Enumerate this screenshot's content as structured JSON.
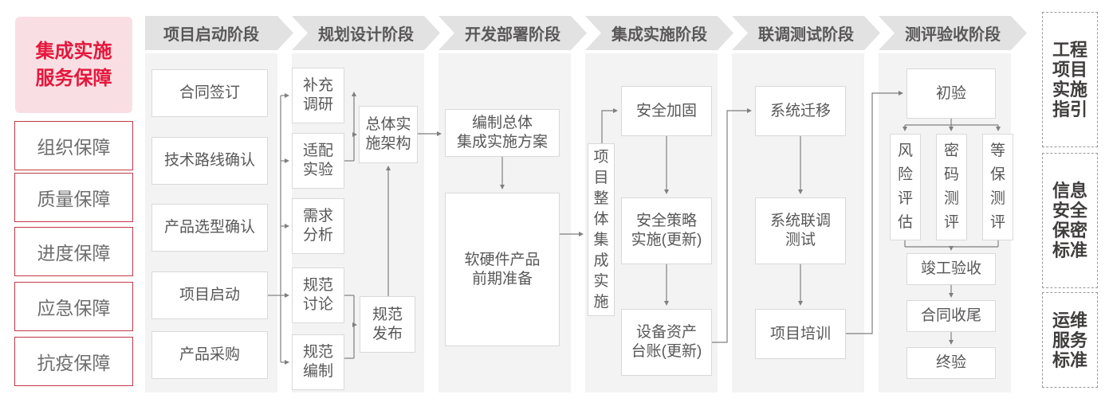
{
  "colors": {
    "accent_red": "#e5173c",
    "accent_pink_bg": "#f9dfe3",
    "assurance_border_red": "#c23a47",
    "header_bg": "#e2e2e2",
    "panel_bg": "#f3f3f3",
    "node_border": "#d9d9d9",
    "text_gray": "#595757",
    "connector_gray": "#7f7f7f"
  },
  "sidebar": {
    "title": "集成实施\n服务保障",
    "items": [
      {
        "label": "组织保障"
      },
      {
        "label": "质量保障"
      },
      {
        "label": "进度保障"
      },
      {
        "label": "应急保障"
      },
      {
        "label": "抗疫保障"
      }
    ]
  },
  "phases": [
    {
      "label": "项目启动阶段",
      "steps": [
        {
          "label": "合同签订"
        },
        {
          "label": "技术路线确认"
        },
        {
          "label": "产品选型确认"
        },
        {
          "label": "项目启动"
        },
        {
          "label": "产品采购"
        }
      ]
    },
    {
      "label": "规划设计阶段",
      "steps": [
        {
          "label": "补充\n调研"
        },
        {
          "label": "适配\n实验"
        },
        {
          "label": "需求\n分析"
        },
        {
          "label": "规范\n讨论"
        },
        {
          "label": "规范\n编制"
        },
        {
          "label": "总体实\n施架构"
        },
        {
          "label": "规范\n发布"
        }
      ]
    },
    {
      "label": "开发部署阶段",
      "steps": [
        {
          "label": "编制总体\n集成实施方案"
        },
        {
          "label": "软硬件产品\n前期准备"
        }
      ]
    },
    {
      "label": "集成实施阶段",
      "steps": [
        {
          "label": "项目整体集成实施"
        },
        {
          "label": "安全加固"
        },
        {
          "label": "安全策略\n实施(更新)"
        },
        {
          "label": "设备资产\n台账(更新)"
        }
      ]
    },
    {
      "label": "联调测试阶段",
      "steps": [
        {
          "label": "系统迁移"
        },
        {
          "label": "系统联调\n测试"
        },
        {
          "label": "项目培训"
        }
      ]
    },
    {
      "label": "测评验收阶段",
      "steps": [
        {
          "label": "初验"
        },
        {
          "label": "风险评估"
        },
        {
          "label": "密码测评"
        },
        {
          "label": "等保测评"
        },
        {
          "label": "竣工验收"
        },
        {
          "label": "合同收尾"
        },
        {
          "label": "终验"
        }
      ]
    }
  ],
  "standards": [
    {
      "label": "工程项目实施指引"
    },
    {
      "label": "信息安全保密标准"
    },
    {
      "label": "运维服务标准"
    }
  ]
}
